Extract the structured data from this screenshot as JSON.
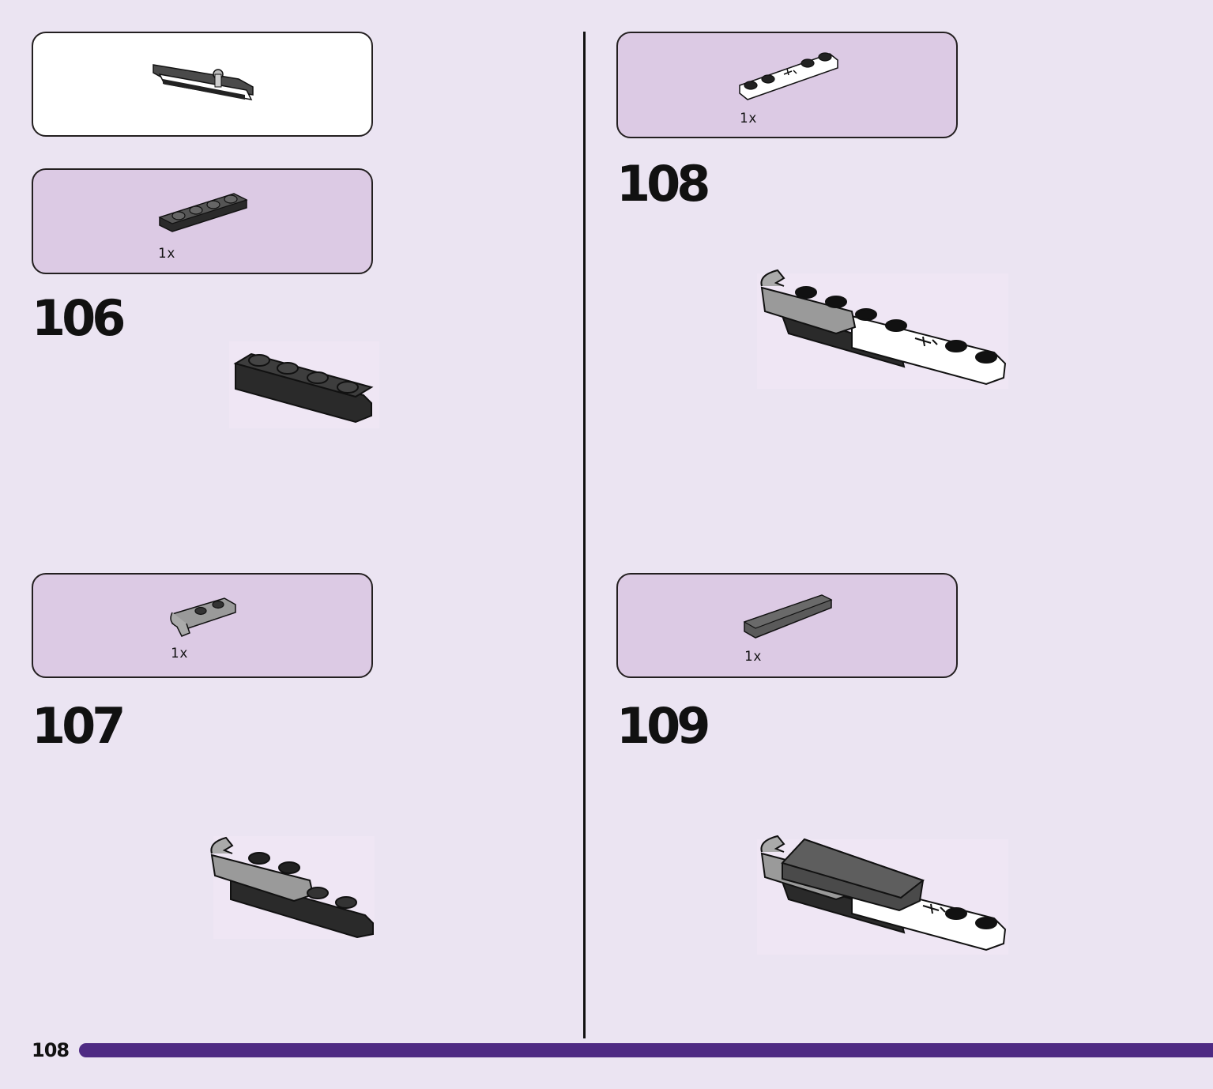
{
  "page_number": "108",
  "colors": {
    "background": "#ebe4f2",
    "callout": "#dccae4",
    "accent_bar": "#4e2a83"
  },
  "callouts": {
    "submodel": {
      "icon": "assembled-submodel-icon"
    },
    "step106_part": {
      "qty": "1x",
      "icon": "black-plate-1x4-icon"
    },
    "step107_part": {
      "qty": "1x",
      "icon": "grey-clip-plate-icon"
    },
    "step108_part": {
      "qty": "1x",
      "icon": "white-plate-with-holes-icon"
    },
    "step109_part": {
      "qty": "1x",
      "icon": "dark-grey-tile-icon"
    }
  },
  "steps": [
    {
      "number": "106"
    },
    {
      "number": "107"
    },
    {
      "number": "108"
    },
    {
      "number": "109"
    }
  ]
}
